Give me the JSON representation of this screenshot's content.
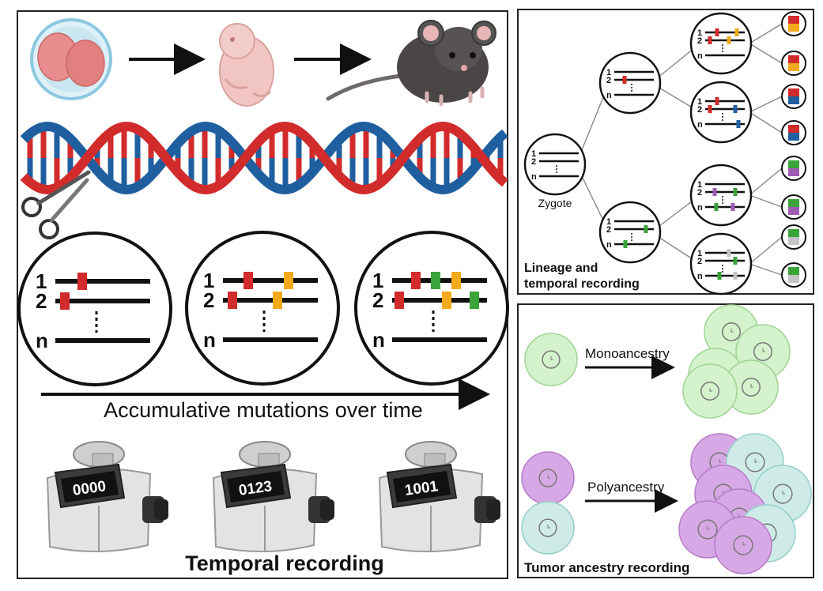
{
  "temporal_panel": {
    "circles": [
      {
        "row_labels": [
          "1",
          "2",
          "n"
        ]
      },
      {
        "row_labels": [
          "1",
          "2",
          "n"
        ]
      },
      {
        "row_labels": [
          "1",
          "2",
          "n"
        ]
      }
    ],
    "arrow_caption": "Accumulative mutations over time",
    "counters": [
      "0000",
      "0123",
      "1001"
    ],
    "title": "Temporal recording"
  },
  "lineage_panel": {
    "zygote_label": "Zygote",
    "row_labels": [
      "1",
      "2",
      "n"
    ],
    "title_line1": "Lineage and",
    "title_line2": "temporal recording"
  },
  "tumor_panel": {
    "mono_label": "Monoancestry",
    "poly_label": "Polyancestry",
    "title": "Tumor ancestry recording"
  },
  "colors": {
    "red": "#d22b2b",
    "blue": "#1f5fa0",
    "yellow": "#f2a91b",
    "green": "#3aa33a",
    "purple": "#a05cb5",
    "gray": "#c4c4c4",
    "cell_green": "#d4f2cc",
    "cell_purple": "#d7a8e6",
    "cell_teal": "#cfebe8"
  }
}
